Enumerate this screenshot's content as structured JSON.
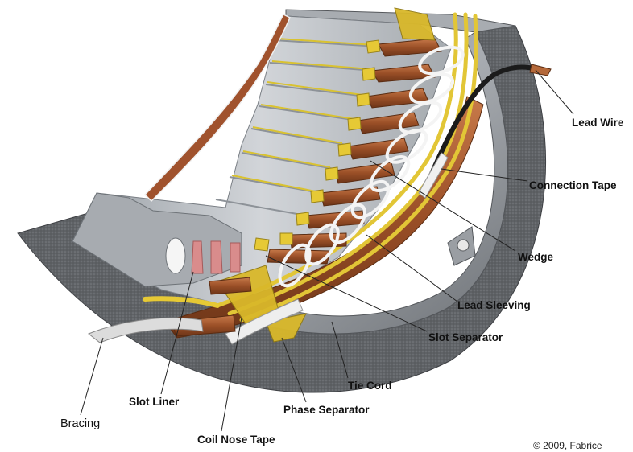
{
  "labels": {
    "lead_wire": "Lead Wire",
    "connection_tape": "Connection Tape",
    "wedge": "Wedge",
    "lead_sleeving": "Lead Sleeving",
    "slot_separator": "Slot Separator",
    "tie_cord": "Tie Cord",
    "phase_separator": "Phase Separator",
    "slot_liner": "Slot Liner",
    "coil_nose_tape": "Coil Nose Tape",
    "bracing": "Bracing"
  },
  "copyright": "© 2009, Fabrice",
  "colors": {
    "frame": "#8a8e93",
    "core": "#b9bdc2",
    "copper": "#a0522d",
    "insulation_yellow": "#d9b82a",
    "tape_white": "#f2f2f2",
    "slot_liner_pink": "#d98c8c"
  }
}
